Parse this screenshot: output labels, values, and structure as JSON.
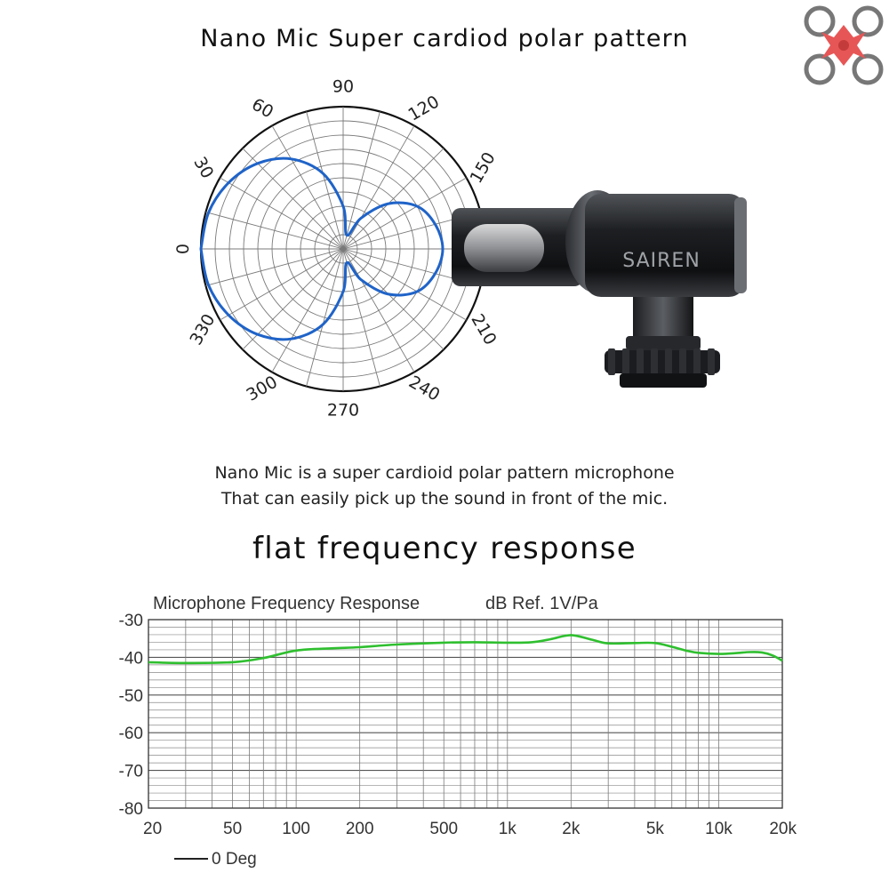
{
  "header": {
    "title": "Nano Mic Super cardiod polar pattern",
    "logo_icon": "drone-icon"
  },
  "description": {
    "line1": "Nano Mic is a super cardioid polar pattern microphone",
    "line2": "That can easily pick up the sound in front of the mic."
  },
  "product": {
    "brand": "SAIREN",
    "image_icon": "microphone-icon"
  },
  "section2": {
    "title": "flat frequency response"
  },
  "colors": {
    "polar_curve": "#1f63c8",
    "response_curve": "#2fbf2f",
    "grid": "#7a7a7a"
  },
  "chart_data": [
    {
      "type": "polar",
      "title": "",
      "angle_labels": [
        "0",
        "30",
        "60",
        "90",
        "120",
        "150",
        "210",
        "240",
        "270",
        "300",
        "330"
      ],
      "angles_deg": [
        0,
        30,
        60,
        90,
        120,
        150,
        210,
        240,
        270,
        300,
        330
      ],
      "radial_rings": 10,
      "radial_lines_step_deg": 15,
      "series": [
        {
          "theta_deg": [
            0,
            15,
            30,
            45,
            60,
            75,
            90,
            105,
            120,
            135,
            150,
            165,
            180
          ],
          "r": [
            1.0,
            0.98,
            0.93,
            0.85,
            0.73,
            0.55,
            0.3,
            0.1,
            0.25,
            0.45,
            0.6,
            0.67,
            0.7
          ]
        }
      ]
    },
    {
      "type": "line",
      "title": "Microphone Frequency Response",
      "subtitle": "dB Ref. 1V/Pa",
      "x_scale": "log",
      "xlim": [
        20,
        20000
      ],
      "ylim": [
        -80,
        -30
      ],
      "x_tick_values": [
        20,
        50,
        100,
        200,
        500,
        1000,
        2000,
        5000,
        10000,
        20000
      ],
      "x_tick_labels": [
        "20",
        "50",
        "100",
        "200",
        "500",
        "1k",
        "2k",
        "5k",
        "10k",
        "20k"
      ],
      "y_ticks": [
        -30,
        -40,
        -50,
        -60,
        -70,
        -80
      ],
      "y_tick_labels": [
        "-30",
        "-40",
        "-50",
        "-60",
        "-70",
        "-80"
      ],
      "grid": true,
      "legend": {
        "placement": "bottom-left",
        "entries": [
          "0 Deg"
        ]
      },
      "series": [
        {
          "name": "0 Deg",
          "x": [
            20,
            30,
            50,
            70,
            100,
            150,
            200,
            300,
            500,
            700,
            1000,
            1300,
            1600,
            2000,
            2500,
            3000,
            4000,
            5000,
            6000,
            7000,
            8000,
            10000,
            12000,
            14000,
            16000,
            18000,
            20000
          ],
          "y": [
            -41.3,
            -41.5,
            -41.3,
            -40.2,
            -38.2,
            -37.6,
            -37.3,
            -36.6,
            -36.1,
            -36.0,
            -36.1,
            -36.0,
            -35.2,
            -34.1,
            -35.3,
            -36.3,
            -36.2,
            -36.2,
            -37.2,
            -38.2,
            -38.8,
            -39.1,
            -38.9,
            -38.6,
            -38.7,
            -39.5,
            -40.9
          ]
        }
      ]
    }
  ]
}
